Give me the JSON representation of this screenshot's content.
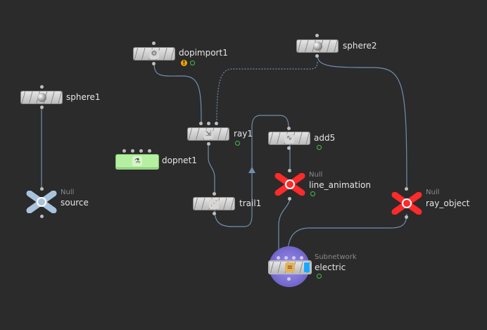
{
  "nodes": {
    "sphere1": {
      "name": "sphere1"
    },
    "source": {
      "type": "Null",
      "name": "source"
    },
    "dopimport1": {
      "name": "dopimport1",
      "warning": "!"
    },
    "sphere2": {
      "name": "sphere2"
    },
    "ray1": {
      "name": "ray1"
    },
    "dopnet1": {
      "name": "dopnet1"
    },
    "trail1": {
      "name": "trail1"
    },
    "add5": {
      "name": "add5"
    },
    "line_animation": {
      "type": "Null",
      "name": "line_animation"
    },
    "ray_object": {
      "type": "Null",
      "name": "ray_object"
    },
    "electric": {
      "type": "Subnetwork",
      "name": "electric"
    }
  },
  "colors": {
    "background": "#2b2b2b",
    "wire": "#6f8fb0",
    "null_red": "#ff2a2a",
    "null_blue": "#a9c3dc",
    "dopnet_green": "#b5f0a0",
    "subnet_purple": "#7c6fd4",
    "display_flag": "#3ec14b"
  }
}
